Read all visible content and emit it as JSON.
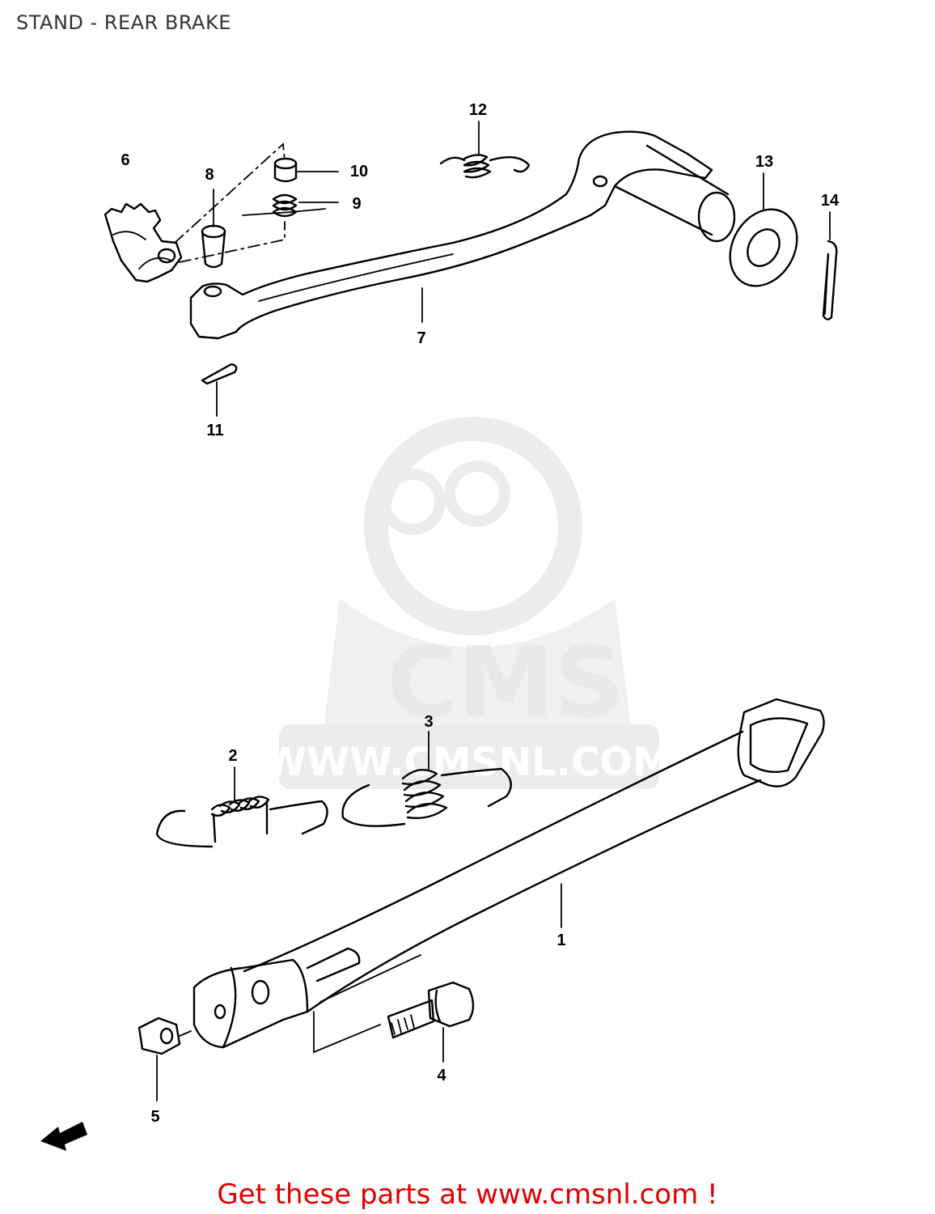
{
  "title": "STAND - REAR BRAKE",
  "watermark": {
    "logo_text": "CMS",
    "url_text": "WWW.CMSNL.COM",
    "color": "#e9e9e9"
  },
  "callouts": {
    "c1": "1",
    "c2": "2",
    "c3": "3",
    "c4": "4",
    "c5": "5",
    "c6": "6",
    "c7": "7",
    "c8": "8",
    "c9": "9",
    "c10": "10",
    "c11": "11",
    "c12": "12",
    "c13": "13",
    "c14": "14"
  },
  "footer": {
    "promo_text": "Get these parts at www.cmsnl.com !",
    "color": "#e00000"
  }
}
